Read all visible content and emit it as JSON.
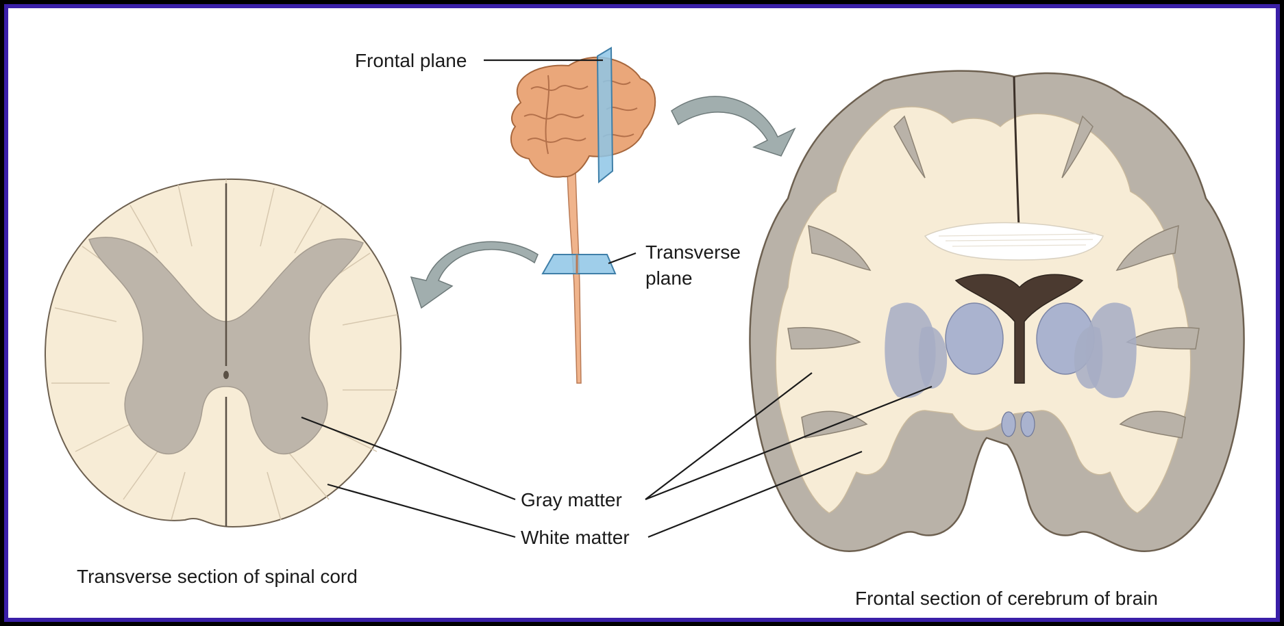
{
  "labels": {
    "frontal_plane": "Frontal plane",
    "transverse_plane_line1": "Transverse",
    "transverse_plane_line2": "plane",
    "gray_matter": "Gray matter",
    "white_matter": "White matter",
    "spinal_caption": "Transverse section of spinal cord",
    "brain_caption": "Frontal section of cerebrum of brain"
  },
  "colors": {
    "border": "#3a1fa8",
    "background": "#ffffff",
    "white_matter": "#f7ecd6",
    "gray_matter": "#b9b2a8",
    "plane": "#8ec5e6",
    "arrow": "#9aa7a7",
    "brain_surface": "#e8a679",
    "basal_nuclei": "#9fa8c6"
  }
}
